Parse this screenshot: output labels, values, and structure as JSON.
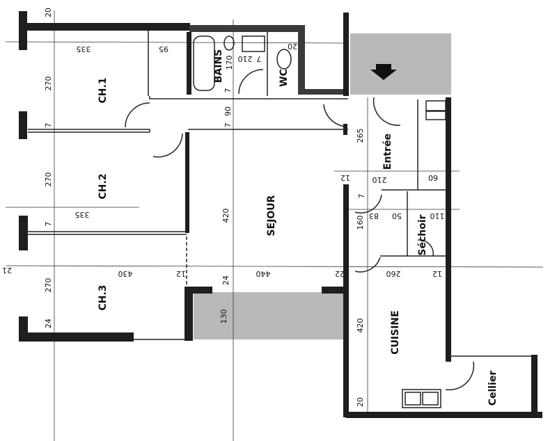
{
  "rooms": [
    "CH.1",
    "CH.2",
    "CH.3",
    "SEJOUR",
    "BAINS",
    "WC",
    "Entrée",
    "Séchoir",
    "CUISINE",
    "Cellier"
  ],
  "dimensions": [
    "20",
    "335",
    "270",
    "95",
    "170",
    "7",
    "210",
    "7",
    "20",
    "7",
    "90",
    "7",
    "270",
    "335",
    "7",
    "270",
    "24",
    "21",
    "430",
    "12",
    "24",
    "440",
    "22",
    "130",
    "420",
    "265",
    "12",
    "210",
    "60",
    "7",
    "160",
    "83",
    "50",
    "110",
    "260",
    "12",
    "420",
    "20"
  ],
  "colors": {
    "wall": "#1e1e1e",
    "balcony_fill": "#b9b9b9"
  },
  "symbols": [
    "entrance-arrow-icon",
    "bathtub-icon",
    "sink-icon",
    "toilet-icon",
    "kitchen-sink-icon"
  ]
}
